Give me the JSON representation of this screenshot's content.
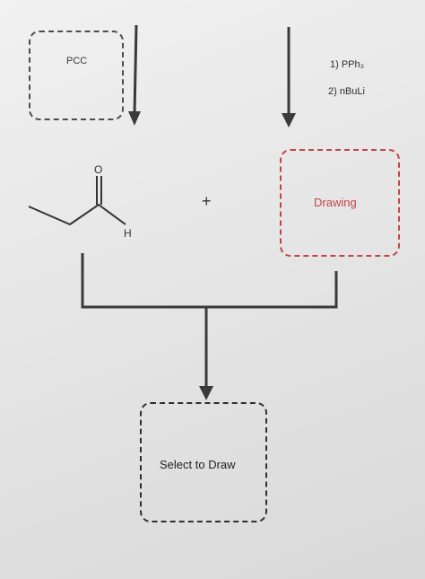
{
  "reagents_left": {
    "label": "PCC"
  },
  "reagents_right": {
    "line1": "1) PPh₃",
    "line2": "2) nBuLi"
  },
  "reactant": {
    "oxygen": "O",
    "hydrogen": "H"
  },
  "operator": {
    "plus": "+"
  },
  "drawing_box": {
    "label": "Drawing"
  },
  "product_box": {
    "label": "Select to Draw"
  },
  "colors": {
    "drawing_accent": "#c24545",
    "arrow": "#3a3a3a"
  }
}
